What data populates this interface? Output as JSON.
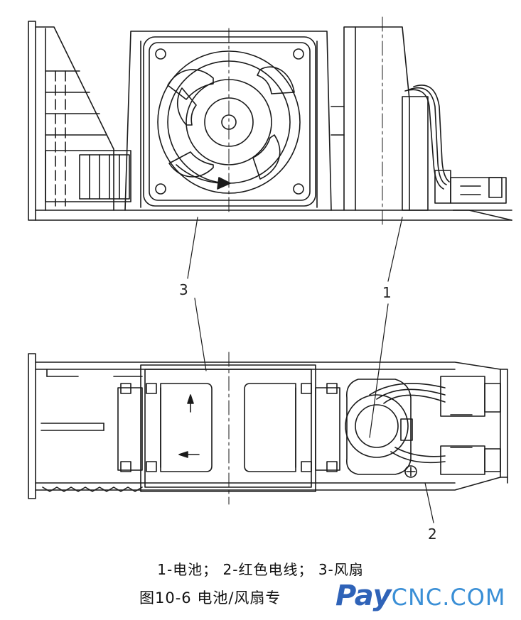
{
  "callouts": {
    "battery": "1",
    "red_wire": "2",
    "fan": "3"
  },
  "caption": {
    "legend": "1-电池； 2-红色电线； 3-风扇",
    "figure": "图10-6 电池/风扇专"
  },
  "watermark": {
    "pay": "Pay",
    "cnc": "CNC.COM",
    "colors": {
      "pay": "#2f63b8",
      "cnc": "#3a8fd6"
    }
  }
}
